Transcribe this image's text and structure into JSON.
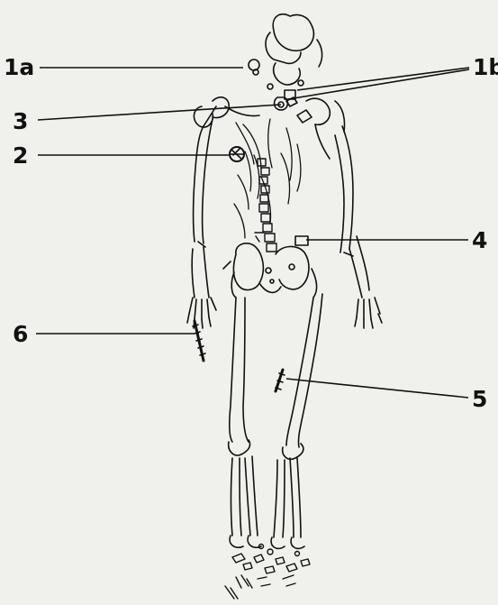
{
  "labels": {
    "l1a": "1a",
    "l1b": "1b",
    "l2": "2",
    "l3": "3",
    "l4": "4",
    "l5": "5",
    "l6": "6"
  },
  "colors": {
    "ink": "#111111",
    "paper": "#f0f0ec"
  }
}
